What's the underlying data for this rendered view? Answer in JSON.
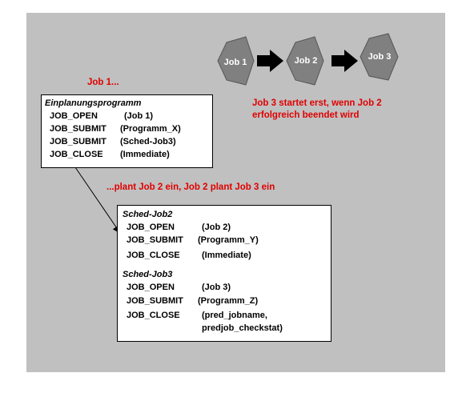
{
  "colors": {
    "background": "#c0c0c0",
    "accent": "#e00000",
    "hexagon": "#808080"
  },
  "flow": {
    "job1": "Job 1",
    "job2": "Job 2",
    "job3": "Job 3"
  },
  "note_heading": "Job 1...",
  "note_condition": [
    "Job 3 startet erst, wenn Job 2",
    "erfolgreich beendet wird"
  ],
  "note_plan": "...plant Job 2 ein, Job 2 plant Job 3 ein",
  "program_box": {
    "title": "Einplanungsprogramm",
    "lines": [
      {
        "cmd": "JOB_OPEN",
        "arg": "(Job 1)"
      },
      {
        "cmd": "JOB_SUBMIT",
        "arg": "(Programm_X)"
      },
      {
        "cmd": "JOB_SUBMIT",
        "arg": "(Sched-Job3)"
      },
      {
        "cmd": "JOB_CLOSE",
        "arg": "(Immediate)"
      }
    ]
  },
  "sched_box": {
    "job2_title": "Sched-Job2",
    "job2_lines": [
      {
        "cmd": "JOB_OPEN",
        "arg": "(Job 2)"
      },
      {
        "cmd": "JOB_SUBMIT",
        "arg": "(Programm_Y)"
      },
      {
        "cmd": "JOB_CLOSE",
        "arg": "(Immediate)"
      }
    ],
    "job3_title": "Sched-Job3",
    "job3_lines": [
      {
        "cmd": "JOB_OPEN",
        "arg": "(Job 3)"
      },
      {
        "cmd": "JOB_SUBMIT",
        "arg": "(Programm_Z)"
      },
      {
        "cmd": "JOB_CLOSE",
        "arg": "(pred_jobname,"
      },
      {
        "cmd": "",
        "arg": "predjob_checkstat)"
      }
    ]
  }
}
